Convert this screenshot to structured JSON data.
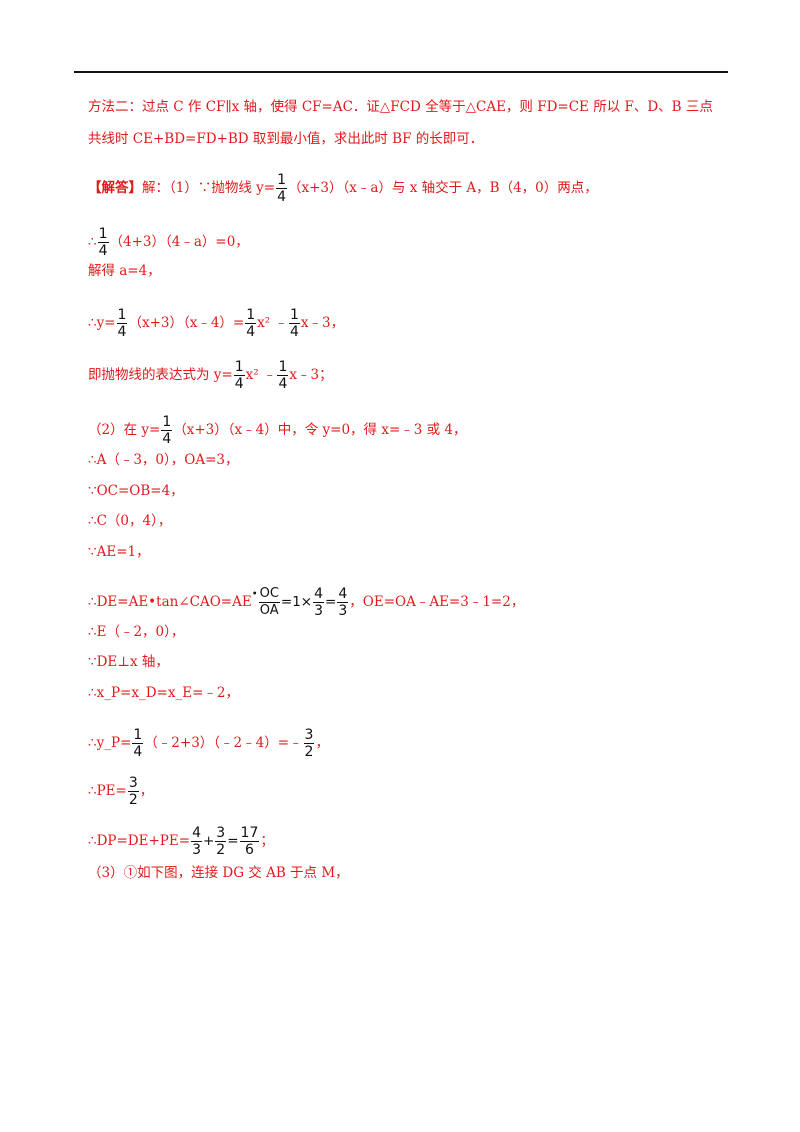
{
  "lines": [
    "方法二：过点 C 作 CF∥x 轴，使得 CF=AC．证△FCD 全等于△CAE，则 FD=CE 所以 F、D、B 三点",
    "共线时 CE+BD=FD+BD 取到最小值，求出此时 BF 的长即可．",
    "【解答】",
    "解：（1）∵抛物线 y=",
    "（x+3）（x﹣a）与 x 轴交于 A，B（4，0）两点，",
    "∴",
    "（4+3）（4﹣a）=0，",
    "解得 a=4，",
    "∴y=",
    "（x+3）（x﹣4）=",
    "x² ﹣",
    "x﹣3，",
    "即抛物线的表达式为 y=",
    "x﹣3；",
    "（2）在 y=",
    "（x+3）（x﹣4）中，令 y=0，得 x=﹣3 或 4，",
    "∴A（﹣3，0），OA=3，",
    "∵OC=OB=4，",
    "∴C（0，4），",
    "∵AE=1，",
    "∴DE=AE•tan∠CAO=AE",
    "=1×",
    "=",
    "，OE=OA﹣AE=3﹣1=2，",
    "∴E（﹣2，0），",
    "∵DE⊥x 轴，",
    "∴x_P=x_D=x_E=﹣2，",
    "∴y_P=",
    "（﹣2+3）（﹣2﹣4）=﹣",
    "，",
    "∴PE=",
    "∴DP=DE+PE=",
    "+",
    "；",
    "（3）①如下图，连接 DG 交 AB 于点 M，"
  ],
  "fractions": {
    "one_quarter": {
      "num": "1",
      "den": "4"
    },
    "oc_oa": {
      "num": "OC",
      "den": "OA"
    },
    "four_thirds": {
      "num": "4",
      "den": "3"
    },
    "three_halves": {
      "num": "3",
      "den": "2"
    },
    "seventeen_sixths": {
      "num": "17",
      "den": "6"
    }
  }
}
